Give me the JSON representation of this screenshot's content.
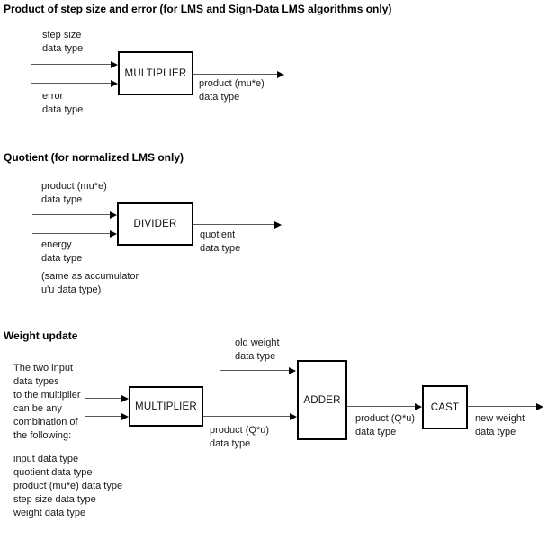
{
  "colors": {
    "line": "#595959",
    "arrowhead": "#000000",
    "box_border": "#000000",
    "text": "#000000"
  },
  "s1": {
    "title": "Product of step size and error (for LMS and Sign-Data LMS algorithms only)",
    "input1": "step size\ndata type",
    "input2": "error\ndata type",
    "block": "MULTIPLIER",
    "output": "product (mu*e)\ndata type"
  },
  "s2": {
    "title": "Quotient (for normalized LMS only)",
    "input1": "product (mu*e)\ndata type",
    "input2": "energy\ndata type",
    "input2_note": "(same as accumulator\nu'u data type)",
    "block": "DIVIDER",
    "output": "quotient\ndata type"
  },
  "s3": {
    "title": "Weight update",
    "note": "The two input\ndata types\nto the multiplier\ncan be any\ncombination of\nthe following:",
    "note_list": "input data type\nquotient data type\nproduct (mu*e) data type\nstep size data type\nweight data type",
    "block1": "MULTIPLIER",
    "block2": "ADDER",
    "block3": "CAST",
    "adder_top_input": "old weight\ndata type",
    "multiplier_output": "product (Q*u)\ndata type",
    "adder_output": "product (Q*u)\ndata type",
    "cast_output": "new weight\ndata type"
  }
}
